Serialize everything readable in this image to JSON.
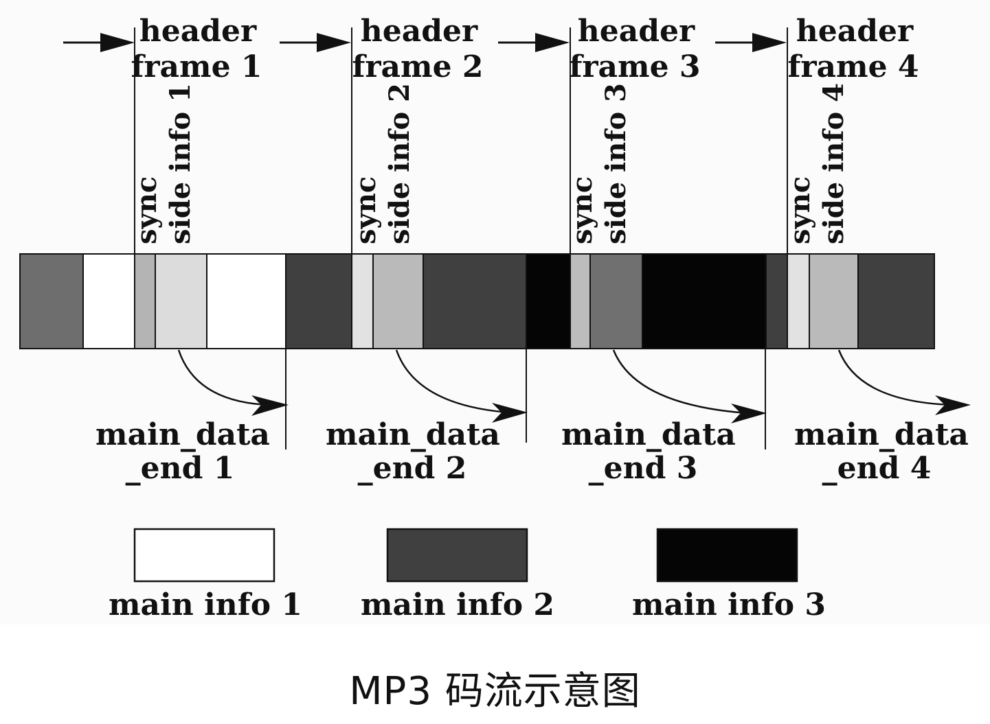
{
  "frames": [
    {
      "header_label": "header",
      "frame_label": "frame 1",
      "sync_label": "sync",
      "side_info_label": "side info 1",
      "main_data_end_label": "main_data",
      "main_data_end_label2": "_end 1"
    },
    {
      "header_label": "header",
      "frame_label": "frame 2",
      "sync_label": "sync",
      "side_info_label": "side info 2",
      "main_data_end_label": "main_data",
      "main_data_end_label2": "_end 2"
    },
    {
      "header_label": "header",
      "frame_label": "frame 3",
      "sync_label": "sync",
      "side_info_label": "side info 3",
      "main_data_end_label": "main_data",
      "main_data_end_label2": "_end  3"
    },
    {
      "header_label": "header",
      "frame_label": "frame 4",
      "sync_label": "sync",
      "side_info_label": "side info 4",
      "main_data_end_label": "main_data",
      "main_data_end_label2": "_end  4"
    }
  ],
  "legend": [
    {
      "label": "main info 1",
      "color": "#ffffff"
    },
    {
      "label": "main info 2",
      "color": "#404040"
    },
    {
      "label": "main info 3",
      "color": "#050505"
    }
  ],
  "caption": "MP3 码流示意图"
}
